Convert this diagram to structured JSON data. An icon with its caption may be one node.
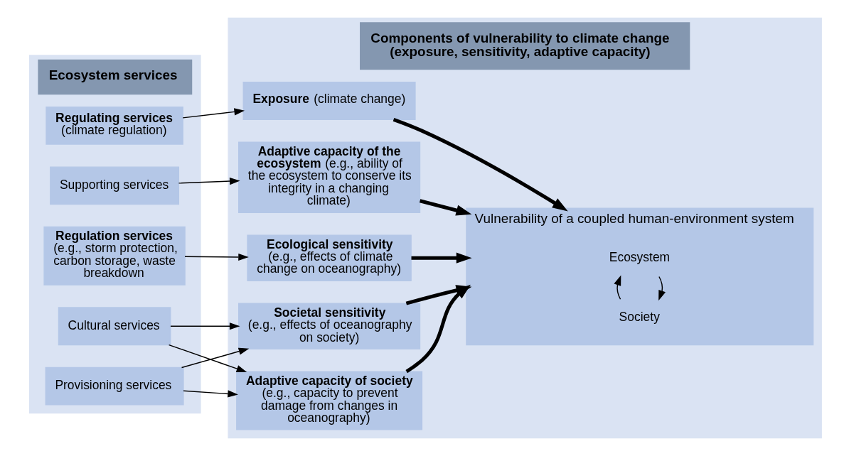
{
  "diagram": {
    "nodes": [
      {
        "text": [
          "Ecosystem services"
        ]
      },
      {
        "text": [
          "Regulating services",
          "(climate regulation)"
        ],
        "in": 0
      },
      {
        "text": [
          "Supporting services"
        ],
        "in": 0
      },
      {
        "text": [
          "Regulation services",
          "(e.g., storm protection, carbon storage, waste breakdown"
        ],
        "in": 0
      },
      {
        "text": [
          "Cultural services"
        ],
        "in": 0
      },
      {
        "text": [
          "Provisioning services"
        ],
        "in": 0
      },
      {
        "text": [
          "Components of vulnerability to climate change (exposure, sensitivity, adaptive capacity)"
        ]
      },
      {
        "text": [
          "**Exposure** (climate change)"
        ],
        "in": 6
      },
      {
        "text": [
          "Vulnerability of a coupled human-environment system"
        ],
        "in": 6
      },
      {
        "text": [
          "Ecosystem"
        ],
        "in": 8
      },
      {
        "text": [
          "Society"
        ],
        "in": 8
      },
      {
        "text": [
          "**Adaptive capacity of the ecosystem** (e.g., ability of the ecosystem to conserve its integrity in a changing climate)"
        ],
        "in": 6
      },
      {
        "text": [
          "Ecological sensitivity",
          "(e.g., effects of climate change on oceanography)"
        ],
        "in": 6
      },
      {
        "text": [
          "Societal sensitivity",
          "(e.g., effects of oceanography on society)"
        ],
        "in": 6
      },
      {
        "text": [
          "**Adaptive capacity of society** (e.g., capacity to prevent damage from changes in oceanography)"
        ],
        "in": 6
      }
    ],
    "edges": [
      {
        "from": 1,
        "to": 7,
        "arrow": "to"
      },
      {
        "from": 7,
        "to": 8,
        "arrow": "to",
        "style": "thick"
      },
      {
        "from": 9,
        "to": 10,
        "arrow": "to"
      },
      {
        "from": 10,
        "to": 9,
        "arrow": "to"
      },
      {
        "from": 2,
        "to": 11,
        "arrow": "to"
      },
      {
        "from": 11,
        "to": 8,
        "arrow": "to",
        "style": "thick"
      },
      {
        "from": 12,
        "to": 8,
        "arrow": "to",
        "style": "thick"
      },
      {
        "from": 13,
        "to": 8,
        "arrow": "to",
        "style": "thick"
      },
      {
        "from": 14,
        "to": 8,
        "arrow": "to",
        "style": "thick"
      },
      {
        "from": 3,
        "to": 12,
        "arrow": "to"
      },
      {
        "from": 4,
        "to": 13,
        "arrow": "to"
      },
      {
        "from": 4,
        "to": 14,
        "arrow": "to"
      },
      {
        "from": 5,
        "to": 13,
        "arrow": "to"
      },
      {
        "from": 5,
        "to": 14,
        "arrow": "to"
      }
    ]
  }
}
